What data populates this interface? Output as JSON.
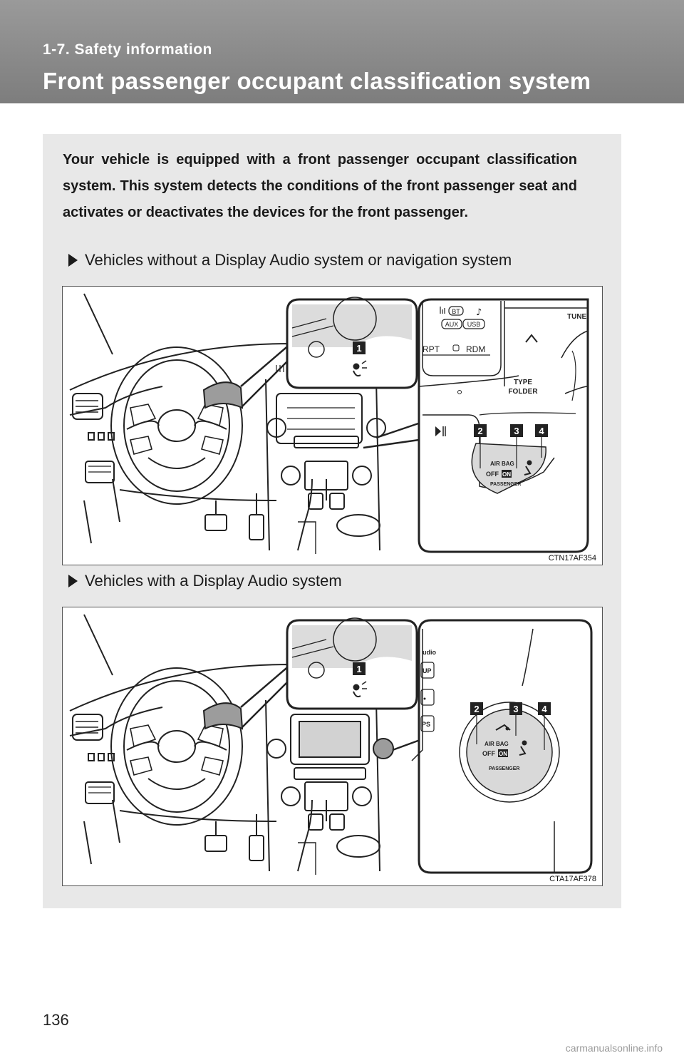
{
  "header": {
    "section_label": "1-7. Safety information",
    "title": "Front passenger occupant classification system"
  },
  "intro_text": "Your vehicle is equipped with a front passenger occupant classification system. This system detects the conditions of the front passenger seat and activates or deactivates the devices for the front passenger.",
  "figures": [
    {
      "caption": "Vehicles without a Display Audio system or navigation system",
      "code": "CTN17AF354",
      "callouts": [
        "1",
        "2",
        "3",
        "4"
      ],
      "panel_labels": {
        "bt": "BT",
        "aux": "AUX",
        "usb": "USB",
        "rpt": "RPT",
        "rdm": "RDM",
        "tune": "TUNE",
        "type": "TYPE",
        "folder": "FOLDER",
        "airbag": "AIR BAG",
        "off": "OFF",
        "on": "ON",
        "passenger": "PASSENGER"
      }
    },
    {
      "caption": "Vehicles with a Display Audio system",
      "code": "CTA17AF378",
      "callouts": [
        "1",
        "2",
        "3",
        "4"
      ],
      "panel_labels": {
        "audio": "udio",
        "up": "UP",
        "ps": "PS",
        "airbag": "AIR BAG",
        "off": "OFF",
        "on": "ON",
        "passenger": "PASSENGER"
      }
    }
  ],
  "page_number": "136",
  "watermark": "carmanualsonline.info"
}
